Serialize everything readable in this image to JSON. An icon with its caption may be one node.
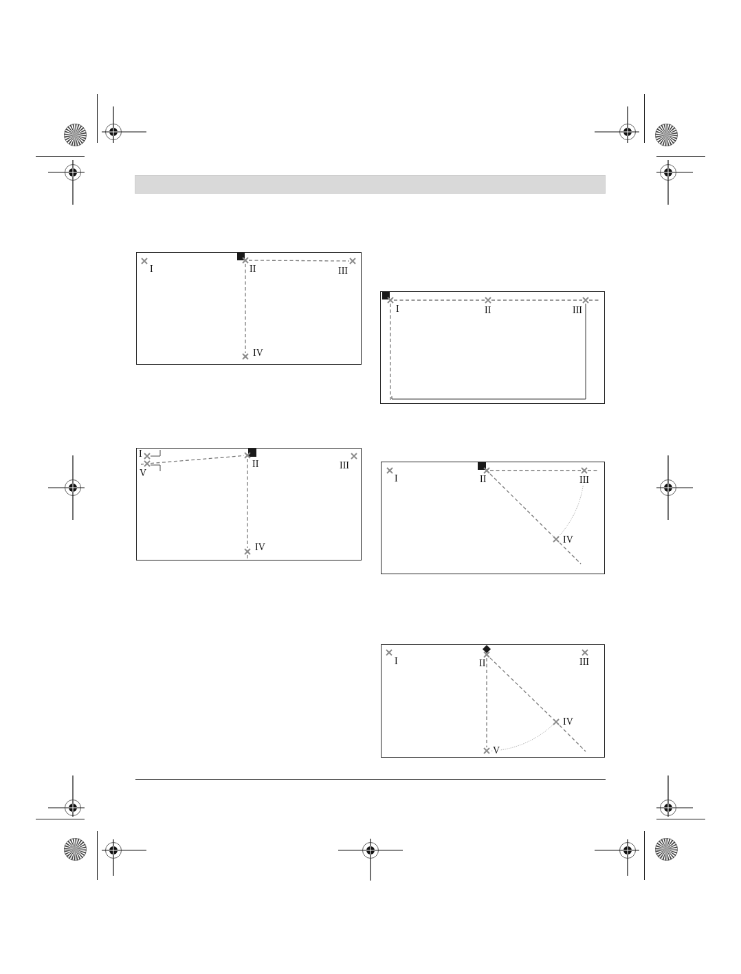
{
  "diagram": {
    "nodes": [
      {
        "text": [],
        "shape": "box"
      },
      {
        "text": [],
        "shape": "cross",
        "beside": [
          "I"
        ],
        "in": 0
      },
      {
        "text": [],
        "shape": "square",
        "in": 0
      },
      {
        "text": [],
        "shape": "cross",
        "beside": [
          "II"
        ],
        "in": 0
      },
      {
        "text": [],
        "shape": "cross",
        "beside": [
          "III"
        ],
        "in": 0
      },
      {
        "text": [],
        "shape": "cross",
        "beside": [
          "IV"
        ],
        "in": 0
      },
      {
        "text": [],
        "shape": "box"
      },
      {
        "text": [],
        "shape": "square",
        "in": 6
      },
      {
        "text": [],
        "shape": "cross",
        "beside": [
          "I"
        ],
        "in": 6
      },
      {
        "text": [],
        "shape": "cross",
        "beside": [
          "II"
        ],
        "in": 6
      },
      {
        "text": [],
        "shape": "cross",
        "beside": [
          "III"
        ],
        "in": 6
      },
      {
        "text": [],
        "shape": "box"
      },
      {
        "text": [],
        "shape": "cross",
        "beside": [
          "I"
        ],
        "in": 11
      },
      {
        "text": [],
        "shape": "cross",
        "beside": [
          "V"
        ],
        "in": 11
      },
      {
        "text": [],
        "shape": "square",
        "in": 11
      },
      {
        "text": [],
        "shape": "cross",
        "beside": [
          "II"
        ],
        "in": 11
      },
      {
        "text": [],
        "shape": "cross",
        "beside": [
          "III"
        ],
        "in": 11
      },
      {
        "text": [],
        "shape": "cross",
        "beside": [
          "IV"
        ],
        "in": 11
      },
      {
        "text": [],
        "shape": "box"
      },
      {
        "text": [],
        "shape": "cross",
        "beside": [
          "I"
        ],
        "in": 18
      },
      {
        "text": [],
        "shape": "square",
        "in": 18
      },
      {
        "text": [],
        "shape": "cross",
        "beside": [
          "II"
        ],
        "in": 18
      },
      {
        "text": [],
        "shape": "cross",
        "beside": [
          "III"
        ],
        "in": 18
      },
      {
        "text": [],
        "shape": "cross",
        "beside": [
          "IV"
        ],
        "in": 18
      },
      {
        "text": [],
        "shape": "box"
      },
      {
        "text": [],
        "shape": "cross",
        "beside": [
          "I"
        ],
        "in": 24
      },
      {
        "text": [],
        "shape": "diamond",
        "in": 24
      },
      {
        "text": [],
        "shape": "cross",
        "beside": [
          "II"
        ],
        "in": 24
      },
      {
        "text": [],
        "shape": "cross",
        "beside": [
          "III"
        ],
        "in": 24
      },
      {
        "text": [],
        "shape": "cross",
        "beside": [
          "IV"
        ],
        "in": 24
      },
      {
        "text": [],
        "shape": "cross",
        "beside": [
          "V"
        ],
        "in": 24
      }
    ],
    "edges": [
      {
        "from": 3,
        "to": 4,
        "arrow": "none",
        "style": "dashed"
      },
      {
        "from": 3,
        "to": 5,
        "arrow": "none",
        "style": "dashed"
      },
      {
        "from": 8,
        "to": 9,
        "arrow": "none",
        "style": "dashed"
      },
      {
        "from": 9,
        "to": 10,
        "arrow": "none",
        "style": "dashed"
      },
      {
        "from": 8,
        "to": null,
        "arrow": "none",
        "style": "dashed"
      },
      {
        "from": 10,
        "to": null,
        "arrow": "none",
        "color": "#333333"
      },
      {
        "from": 13,
        "to": 15,
        "arrow": "none",
        "style": "dashed"
      },
      {
        "from": 15,
        "to": 17,
        "arrow": "none",
        "style": "dashed"
      },
      {
        "from": 21,
        "to": 22,
        "arrow": "none",
        "style": "dashed"
      },
      {
        "from": 21,
        "to": 23,
        "arrow": "none",
        "style": "dashed"
      },
      {
        "from": 22,
        "to": 23,
        "arrow": "none",
        "style": "dashed",
        "color": "#a0a0a0"
      },
      {
        "from": 27,
        "to": 30,
        "arrow": "none",
        "style": "dashed"
      },
      {
        "from": 27,
        "to": 29,
        "arrow": "none",
        "style": "dashed"
      },
      {
        "from": 29,
        "to": 30,
        "arrow": "none",
        "style": "dashed",
        "color": "#a0a0a0"
      }
    ]
  }
}
